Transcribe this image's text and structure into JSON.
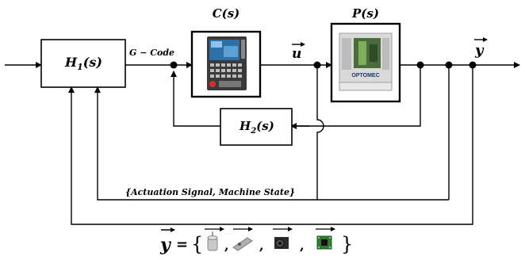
{
  "blocks": {
    "h1": {
      "label": "H",
      "sub": "1",
      "arg": "(s)"
    },
    "h2": {
      "label": "H",
      "sub": "2",
      "arg": "(s)"
    },
    "c": {
      "title": "C(s)"
    },
    "p": {
      "title": "P(s)",
      "brand": "OPTOMEC"
    }
  },
  "signals": {
    "gcode": "G − Code",
    "u": "u",
    "y": "y",
    "feedback": "{Actuation Signal, Machine State}"
  },
  "equation": {
    "lhs": "y",
    "equals": "=",
    "open": "{",
    "sep": ",",
    "close": "}"
  },
  "colors": {
    "line": "#000000",
    "screen": "#2f6fa8",
    "machine_body": "#d9d9d9",
    "sensor_green": "#2e7d32"
  },
  "icons": [
    "cnc-controller-icon",
    "machine-tool-icon",
    "accelerometer-sensor-icon",
    "probe-sensor-icon",
    "camera-sensor-icon",
    "circuit-board-sensor-icon"
  ]
}
